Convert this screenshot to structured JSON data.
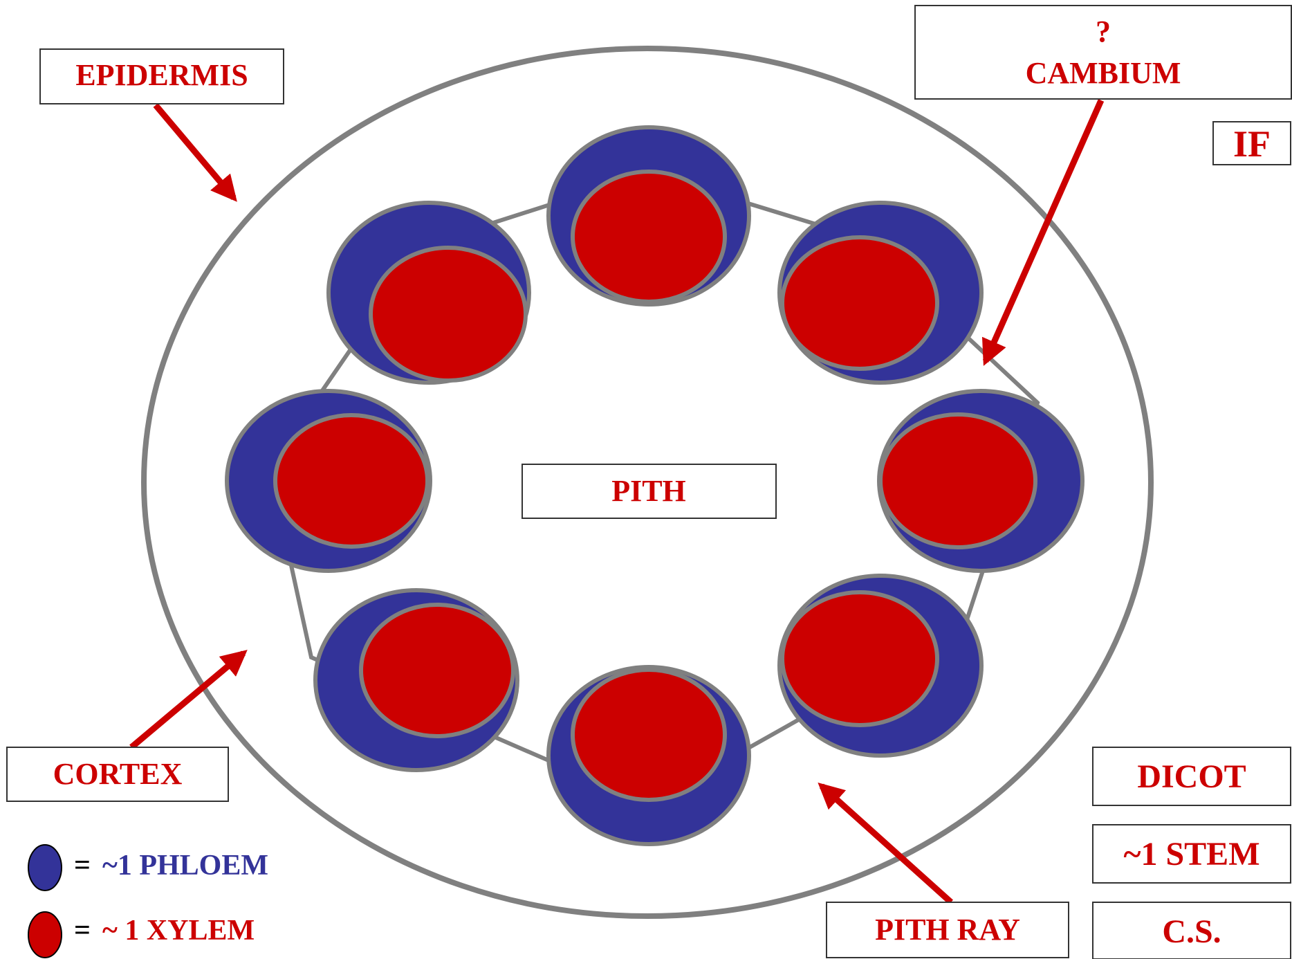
{
  "colors": {
    "label_red": "#cc0000",
    "phloem_blue": "#333399",
    "xylem_red": "#cc0000",
    "outline_gray": "#808080",
    "legend_blue_text": "#333399"
  },
  "labels": {
    "epidermis": "EPIDERMIS",
    "cambium_q": "?",
    "cambium": "CAMBIUM",
    "if_tag": "IF",
    "pith": "PITH",
    "cortex": "CORTEX",
    "pith_ray": "PITH RAY",
    "dicot": "DICOT",
    "stem": "~1 STEM",
    "cs": "C.S."
  },
  "legend": {
    "phloem_eq": "=",
    "phloem": "~1 PHLOEM",
    "xylem_eq": "=",
    "xylem": "~ 1 XYLEM"
  },
  "bundle_count": 8
}
